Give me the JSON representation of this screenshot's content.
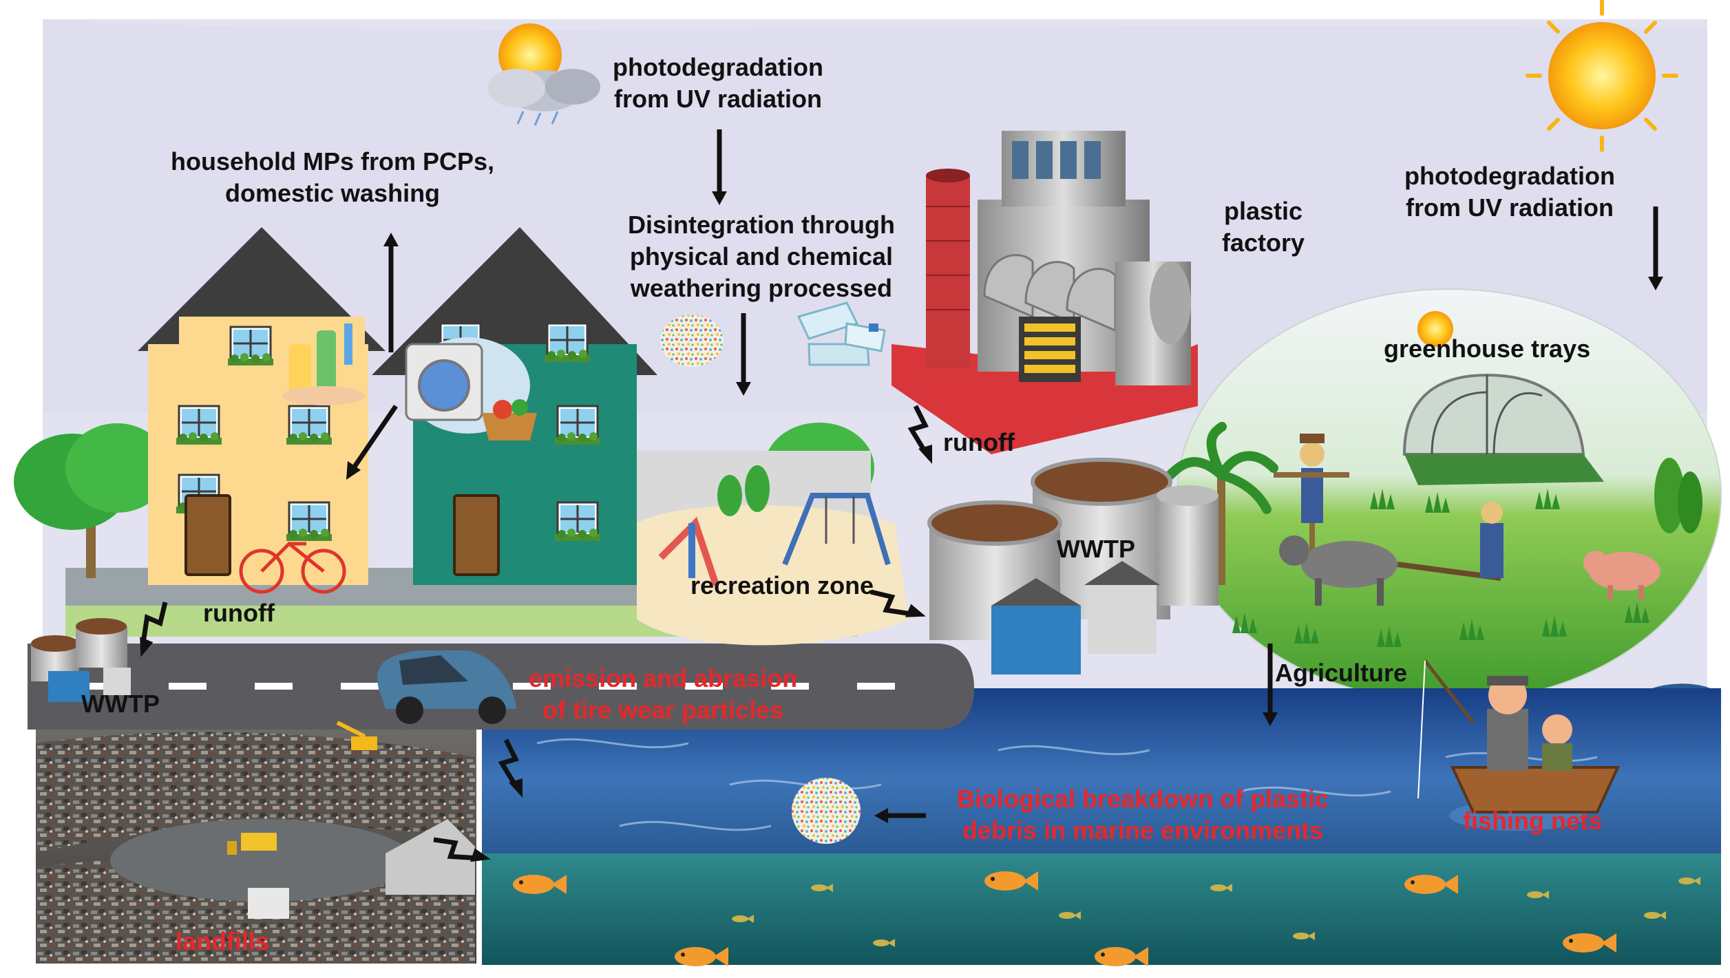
{
  "labels": {
    "photodegradation_top": [
      "photodegradation",
      "from UV radiation"
    ],
    "photodegradation_right": [
      "photodegradation",
      "from UV radiation"
    ],
    "household": [
      "household MPs from PCPs,",
      "domestic washing"
    ],
    "disintegration": [
      "Disintegration through",
      "physical and chemical",
      "weathering processed"
    ],
    "plastic_factory": [
      "plastic",
      "factory"
    ],
    "greenhouse": "greenhouse trays",
    "runoff_factory": "runoff",
    "runoff_street": "runoff",
    "wwtp_center": "WWTP",
    "wwtp_left": "WWTP",
    "recreation": "recreation zone",
    "agriculture": "Agriculture",
    "tire": [
      "emission and abrasion",
      "of tire wear particles"
    ],
    "biological": [
      "Biological breakdown of plastic",
      "debris in marine environments"
    ],
    "fishing": "fishing nets",
    "landfills": "landfills"
  },
  "colors": {
    "label_text": "#111111",
    "highlight_text": "#e8272a",
    "sky": "#e3e3f1",
    "house_left": "#fcd98f",
    "house_right": "#1f8a76",
    "roof": "#3d3d3d",
    "road": "#5b5b5f",
    "sea": "#2a5f9e",
    "underwater": "#1f6d72",
    "grass": "#7cc043",
    "factory_base": "#d8363a"
  },
  "icons": [
    "sun-cloud-rain-icon",
    "sun-icon",
    "house-icon",
    "washing-machine-icon",
    "toiletries-icon",
    "bicycle-icon",
    "tree-icon",
    "playground-icon",
    "swing-icon",
    "factory-icon",
    "chimney-icon",
    "wwtp-tank-icon",
    "greenhouse-icon",
    "scarecrow-icon",
    "ox-plow-icon",
    "pig-icon",
    "palm-tree-icon",
    "car-icon",
    "landfill-icon",
    "excavator-icon",
    "bulldozer-icon",
    "fishing-boat-icon",
    "fish-icon",
    "plastic-particles-icon",
    "plastic-bottles-icon"
  ]
}
